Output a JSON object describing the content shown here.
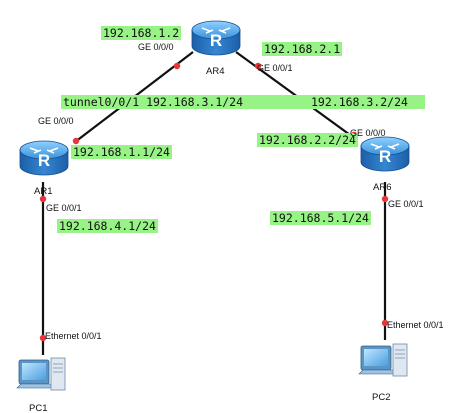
{
  "devices": {
    "ar4": {
      "label": "AR4"
    },
    "ar1": {
      "label": "AR1"
    },
    "ar6": {
      "label": "AR6"
    },
    "pc1": {
      "label": "PC1"
    },
    "pc2": {
      "label": "PC2"
    }
  },
  "ports": {
    "ar4_ge000": "GE 0/0/0",
    "ar4_ge001": "GE 0/0/1",
    "ar1_ge000": "GE 0/0/0",
    "ar1_ge001": "GE 0/0/1",
    "ar6_ge000": "GE 0/0/0",
    "ar6_ge001": "GE 0/0/1",
    "pc1_eth": "Ethernet 0/0/1",
    "pc2_eth": "Ethernet 0/0/1"
  },
  "ip_labels": {
    "ar4_ge000": "192.168.1.2",
    "ar4_ge001": "192.168.2.1",
    "tunnel": "tunnel0/0/1  192.168.3.1/24",
    "tunnel_peer": "192.168.3.2/24",
    "ar1_ge000": "192.168.1.1/24",
    "ar6_ge000": "192.168.2.2/24",
    "ar1_ge001": "192.168.4.1/24",
    "ar6_ge001": "192.168.5.1/24"
  },
  "colors": {
    "label_bg": "#97f385",
    "router_blue": "#2e7fc9",
    "link": "#111111",
    "port_dot": "#e8343a"
  }
}
